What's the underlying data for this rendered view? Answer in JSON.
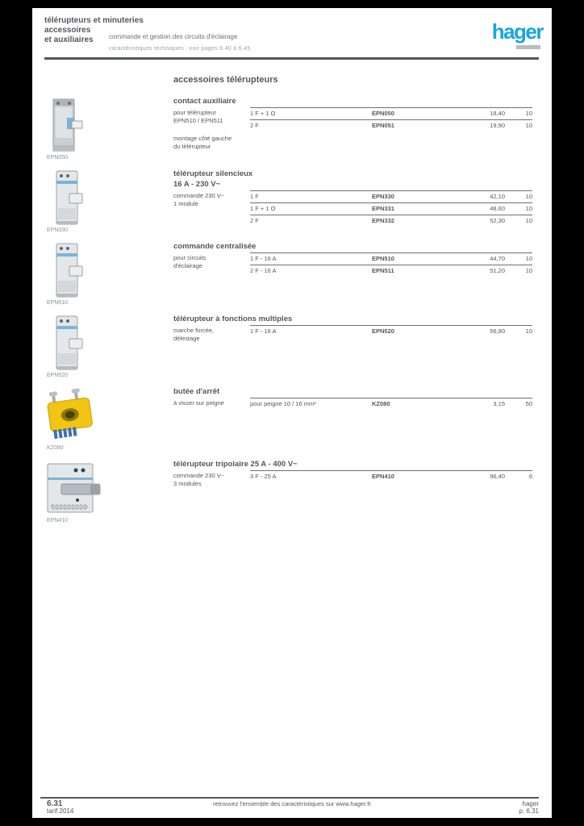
{
  "colors": {
    "accent_blue": "#18a5e2",
    "text_gray": "#55565a",
    "muted_gray": "#8b8f93",
    "device_blue": "#7db3d8",
    "device_yellow": "#f2c413",
    "comb_blue": "#3f6fb4"
  },
  "header": {
    "title_line1": "télérupteurs et minuteries",
    "title_line2": "accessoires",
    "title_line3": "et auxiliaires",
    "subtitle1": "commande et gestion des circuits d'éclairage",
    "subtitle2": "caractéristiques techniques : voir pages 6.40 à 6.45",
    "logo_text": "hager"
  },
  "section_title": "accessoires télérupteurs",
  "products": [
    {
      "ref_caption": "EPN050",
      "heading": "contact auxiliaire",
      "desc1": "pour télérupteur",
      "desc2": "EPN510 / EPN511",
      "note1": "montage côté gauche",
      "note2": "du télérupteur",
      "rows": [
        {
          "type": "1 F + 1 O",
          "ref": "EPN050",
          "price": "18,40",
          "pack": "10"
        },
        {
          "type": "2 F",
          "ref": "EPN051",
          "price": "19,90",
          "pack": "10"
        }
      ]
    },
    {
      "ref_caption": "EPN330",
      "heading": "télérupteur silencieux",
      "heading2": "16 A - 230 V~",
      "desc1": "commande 230 V~",
      "desc2": "1 module",
      "rows": [
        {
          "type": "1 F",
          "ref": "EPN330",
          "price": "42,10",
          "pack": "10"
        },
        {
          "type": "1 F + 1 O",
          "ref": "EPN331",
          "price": "48,60",
          "pack": "10"
        },
        {
          "type": "2 F",
          "ref": "EPN332",
          "price": "52,30",
          "pack": "10"
        }
      ]
    },
    {
      "ref_caption": "EPN510",
      "heading": "commande centralisée",
      "desc1": "pour circuits",
      "desc2": "d'éclairage",
      "rows": [
        {
          "type": "1 F - 16 A",
          "ref": "EPN510",
          "price": "44,70",
          "pack": "10"
        },
        {
          "type": "2 F - 16 A",
          "ref": "EPN511",
          "price": "51,20",
          "pack": "10"
        }
      ]
    },
    {
      "ref_caption": "EPN520",
      "heading": "télérupteur à fonctions multiples",
      "desc1": "marche forcée,",
      "desc2": "délestage",
      "rows": [
        {
          "type": "1 F - 16 A",
          "ref": "EPN520",
          "price": "56,80",
          "pack": "10"
        }
      ]
    },
    {
      "ref_caption": "KZ080",
      "heading": "butée d'arrêt",
      "desc1": "à visser sur peigne",
      "rows": [
        {
          "type": "pour peigne 10 / 16 mm²",
          "ref": "KZ080",
          "price": "3,15",
          "pack": "50"
        }
      ]
    },
    {
      "ref_caption": "EPN410",
      "heading": "télérupteur tripolaire 25 A - 400 V~",
      "desc1": "commande 230 V~",
      "desc2": "3 modules",
      "rows": [
        {
          "type": "3 F - 25 A",
          "ref": "EPN410",
          "price": "96,40",
          "pack": "6"
        }
      ]
    }
  ],
  "footer": {
    "left1": "6.31",
    "left2": "tarif 2014",
    "center": "retrouvez l'ensemble des caractéristiques sur www.hager.fr",
    "right1": "hager",
    "right2": "p. 6.31"
  }
}
